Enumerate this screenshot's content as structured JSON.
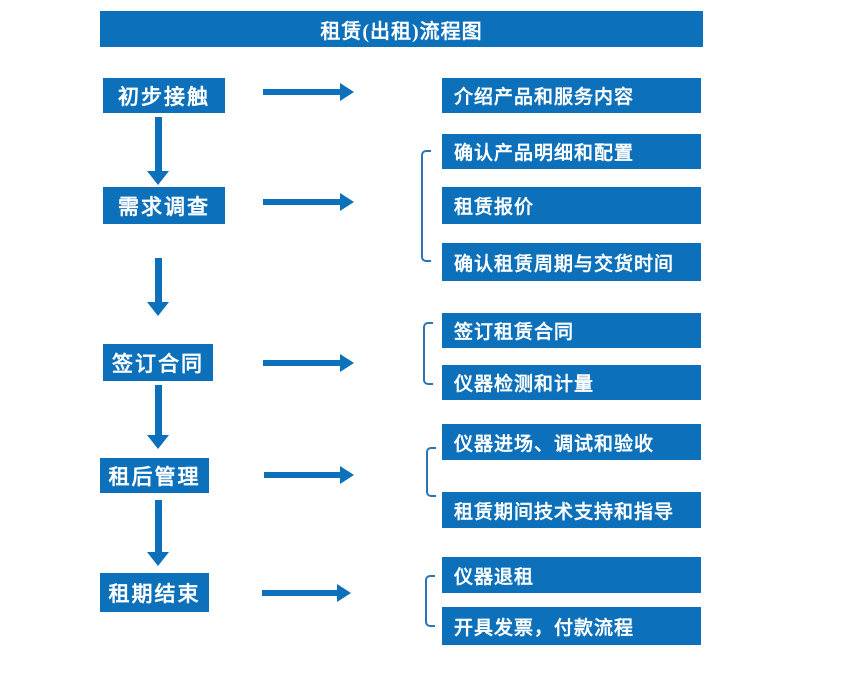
{
  "title": "租赁(出租)流程图",
  "colors": {
    "primary": "#0D70BB",
    "bracket": "#2E74B5",
    "text": "#FFFFFF",
    "page_bg": "#FFFFFF"
  },
  "stages": [
    {
      "label": "初步接触",
      "details": [
        "介绍产品和服务内容"
      ]
    },
    {
      "label": "需求调查",
      "details": [
        "确认产品明细和配置",
        "租赁报价",
        "确认租赁周期与交货时间"
      ]
    },
    {
      "label": "签订合同",
      "details": [
        "签订租赁合同",
        "仪器检测和计量"
      ]
    },
    {
      "label": "租后管理",
      "details": [
        "仪器进场、调试和验收",
        "租赁期间技术支持和指导"
      ]
    },
    {
      "label": "租期结束",
      "details": [
        "仪器退租",
        "开具发票，付款流程"
      ]
    }
  ]
}
